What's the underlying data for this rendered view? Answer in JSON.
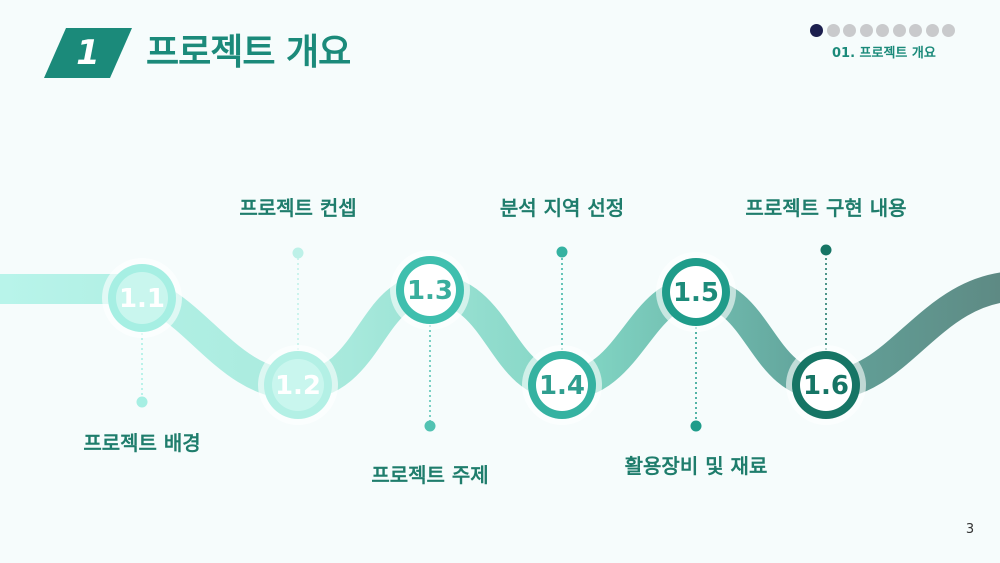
{
  "header": {
    "section_number": "1",
    "title": "프로젝트 개요",
    "section_label": "01. 프로젝트 개요",
    "nav_dots_total": 9,
    "nav_dots_active_index": 0
  },
  "timeline": [
    {
      "number": "1.1",
      "label": "프로젝트 배경"
    },
    {
      "number": "1.2",
      "label": "프로젝트 컨셉"
    },
    {
      "number": "1.3",
      "label": "프로젝트 주제"
    },
    {
      "number": "1.4",
      "label": "분석 지역 선정"
    },
    {
      "number": "1.5",
      "label": "활용장비 및 재료"
    },
    {
      "number": "1.6",
      "label": "프로젝트 구현 내용"
    }
  ],
  "footer": {
    "page_number": "3"
  },
  "colors": {
    "brand": "#1b8a7a",
    "active_dot": "#1c1f4e",
    "inactive_dot": "#c9cacc",
    "wave_start": "#b8f2e9",
    "wave_end": "#5e8a84"
  }
}
